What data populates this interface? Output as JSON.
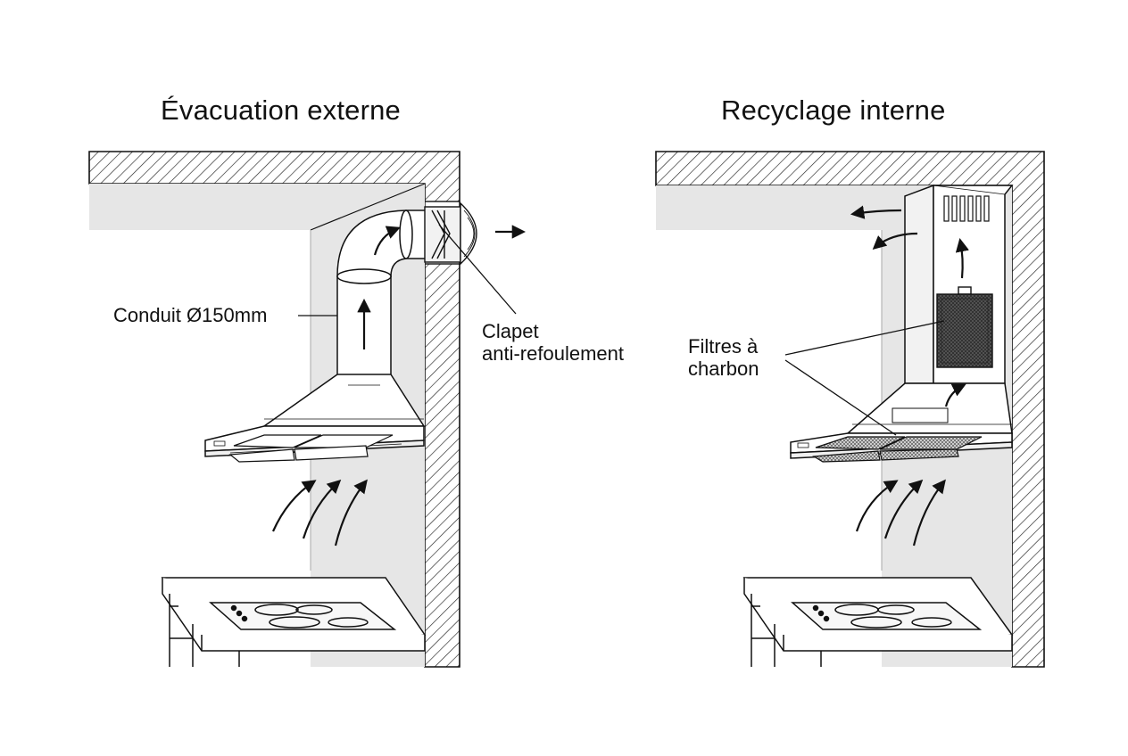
{
  "panels": [
    {
      "title": "Évacuation externe",
      "labels": {
        "duct": "Conduit Ø150mm",
        "valve_line1": "Clapet",
        "valve_line2": "anti-refoulement"
      }
    },
    {
      "title": "Recyclage interne",
      "labels": {
        "filters_line1": "Filtres à",
        "filters_line2": "charbon"
      }
    }
  ],
  "colors": {
    "ink": "#111111",
    "room_fill": "#e6e6e6",
    "filter_fill": "#555555",
    "background": "#ffffff"
  }
}
